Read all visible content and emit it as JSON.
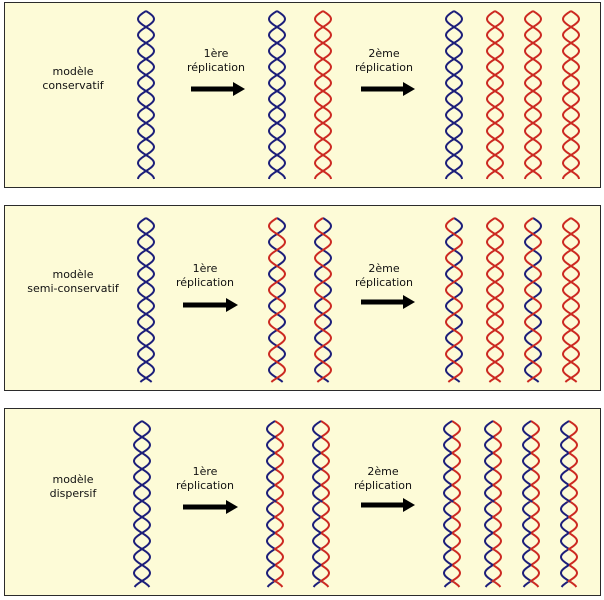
{
  "colors": {
    "panel_bg": "#fdfbd7",
    "strand_blue": "#1d1f7a",
    "strand_red": "#cc2a22",
    "arrow": "#000000"
  },
  "panels": [
    {
      "model_line1": "modèle",
      "model_line2": "conservatif",
      "step1_line1": "1ère",
      "step1_line2": "réplication",
      "step2_line1": "2ème",
      "step2_line2": "réplication",
      "parent": "blue|blue",
      "gen1": [
        "blue|blue",
        "red|red"
      ],
      "gen2": [
        "blue|blue",
        "red|red",
        "red|red",
        "red|red"
      ]
    },
    {
      "model_line1": "modèle",
      "model_line2": "semi-conservatif",
      "step1_line1": "1ère",
      "step1_line2": "réplication",
      "step2_line1": "2ème",
      "step2_line2": "réplication",
      "parent": "blue|blue",
      "gen1": [
        "blue|red",
        "blue|red"
      ],
      "gen2": [
        "blue|red",
        "red|red",
        "blue|red",
        "red|red"
      ]
    },
    {
      "model_line1": "modèle",
      "model_line2": "dispersif",
      "step1_line1": "1ère",
      "step1_line2": "réplication",
      "step2_line1": "2ème",
      "step2_line2": "réplication",
      "parent": "blue|blue",
      "gen1": [
        "mixed|mixed",
        "mixed|mixed"
      ],
      "gen2": [
        "mixed|mixed",
        "mixed|mixed",
        "mixed|mixed",
        "mixed|mixed"
      ]
    }
  ]
}
